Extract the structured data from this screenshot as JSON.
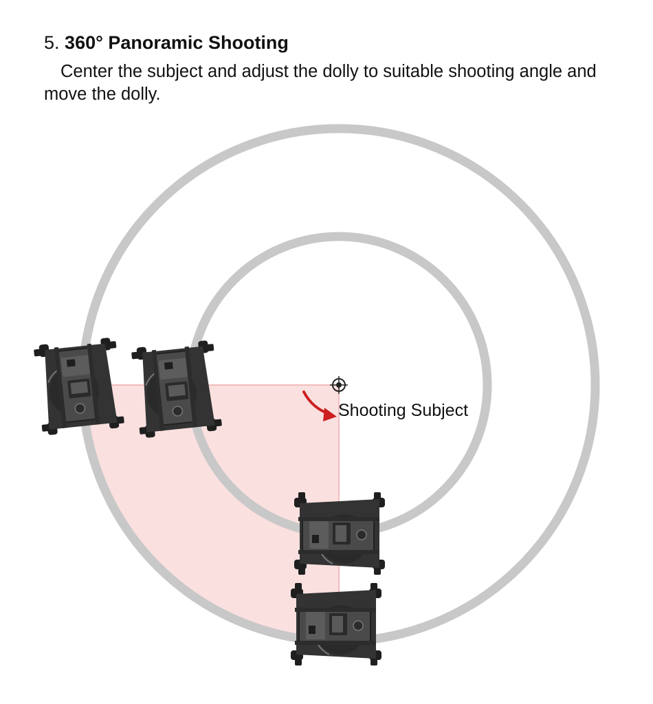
{
  "heading": {
    "number": "5.",
    "title": "360° Panoramic Shooting"
  },
  "description": "Center the subject and adjust the dolly to suitable shooting angle and move the dolly.",
  "diagram": {
    "subject_label": "Shooting Subject",
    "colors": {
      "ring": "#c8c8c8",
      "sector": "#fbe0e0",
      "sector_edge": "#f2bcbc",
      "arrow": "#cc1f1f",
      "dolly_body": "#3a3a3a",
      "dolly_dark": "#1f1f1f",
      "dolly_light": "#6a6a6a"
    },
    "icons": [
      "target-icon",
      "curved-arrow-icon",
      "camera-dolly-icon"
    ]
  }
}
